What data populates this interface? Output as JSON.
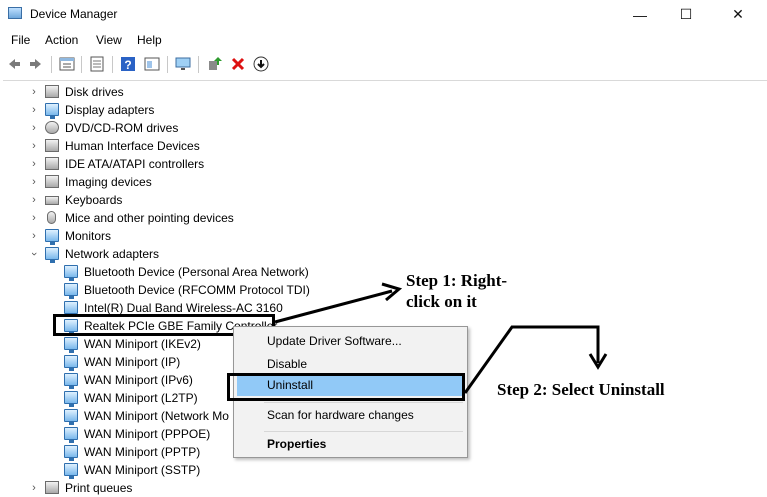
{
  "window": {
    "title": "Device Manager",
    "minimize": "—",
    "maximize": "☐",
    "close": "✕"
  },
  "menu": [
    "File",
    "Action",
    "View",
    "Help"
  ],
  "toolbar_icons": [
    "back-icon",
    "forward-icon",
    "properties-icon",
    "update-icon",
    "help-icon",
    "view-icon",
    "monitor-icon",
    "add-driver-icon",
    "uninstall-icon",
    "download-icon"
  ],
  "tree": {
    "categories": [
      {
        "label": "Disk drives",
        "expanded": false
      },
      {
        "label": "Display adapters",
        "expanded": false
      },
      {
        "label": "DVD/CD-ROM drives",
        "expanded": false
      },
      {
        "label": "Human Interface Devices",
        "expanded": false
      },
      {
        "label": "IDE ATA/ATAPI controllers",
        "expanded": false
      },
      {
        "label": "Imaging devices",
        "expanded": false
      },
      {
        "label": "Keyboards",
        "expanded": false
      },
      {
        "label": "Mice and other pointing devices",
        "expanded": false
      },
      {
        "label": "Monitors",
        "expanded": false
      },
      {
        "label": "Network adapters",
        "expanded": true
      }
    ],
    "network_adapters": [
      "Bluetooth Device (Personal Area Network)",
      "Bluetooth Device (RFCOMM Protocol TDI)",
      "Intel(R) Dual Band Wireless-AC 3160",
      "Realtek PCIe GBE Family Controller",
      "WAN Miniport (IKEv2)",
      "WAN Miniport (IP)",
      "WAN Miniport (IPv6)",
      "WAN Miniport (L2TP)",
      "WAN Miniport (Network Mo",
      "WAN Miniport (PPPOE)",
      "WAN Miniport (PPTP)",
      "WAN Miniport (SSTP)"
    ],
    "last_category": "Print queues"
  },
  "context_menu": {
    "items": [
      "Update Driver Software...",
      "Disable",
      "Uninstall",
      "Scan for hardware changes",
      "Properties"
    ],
    "highlighted": "Uninstall"
  },
  "annotations": {
    "step1_line1": "Step 1: Right-",
    "step1_line2": "click on it",
    "step2": "Step 2: Select Uninstall"
  },
  "colors": {
    "highlight": "#91c9f7",
    "annotation": "#000000"
  }
}
